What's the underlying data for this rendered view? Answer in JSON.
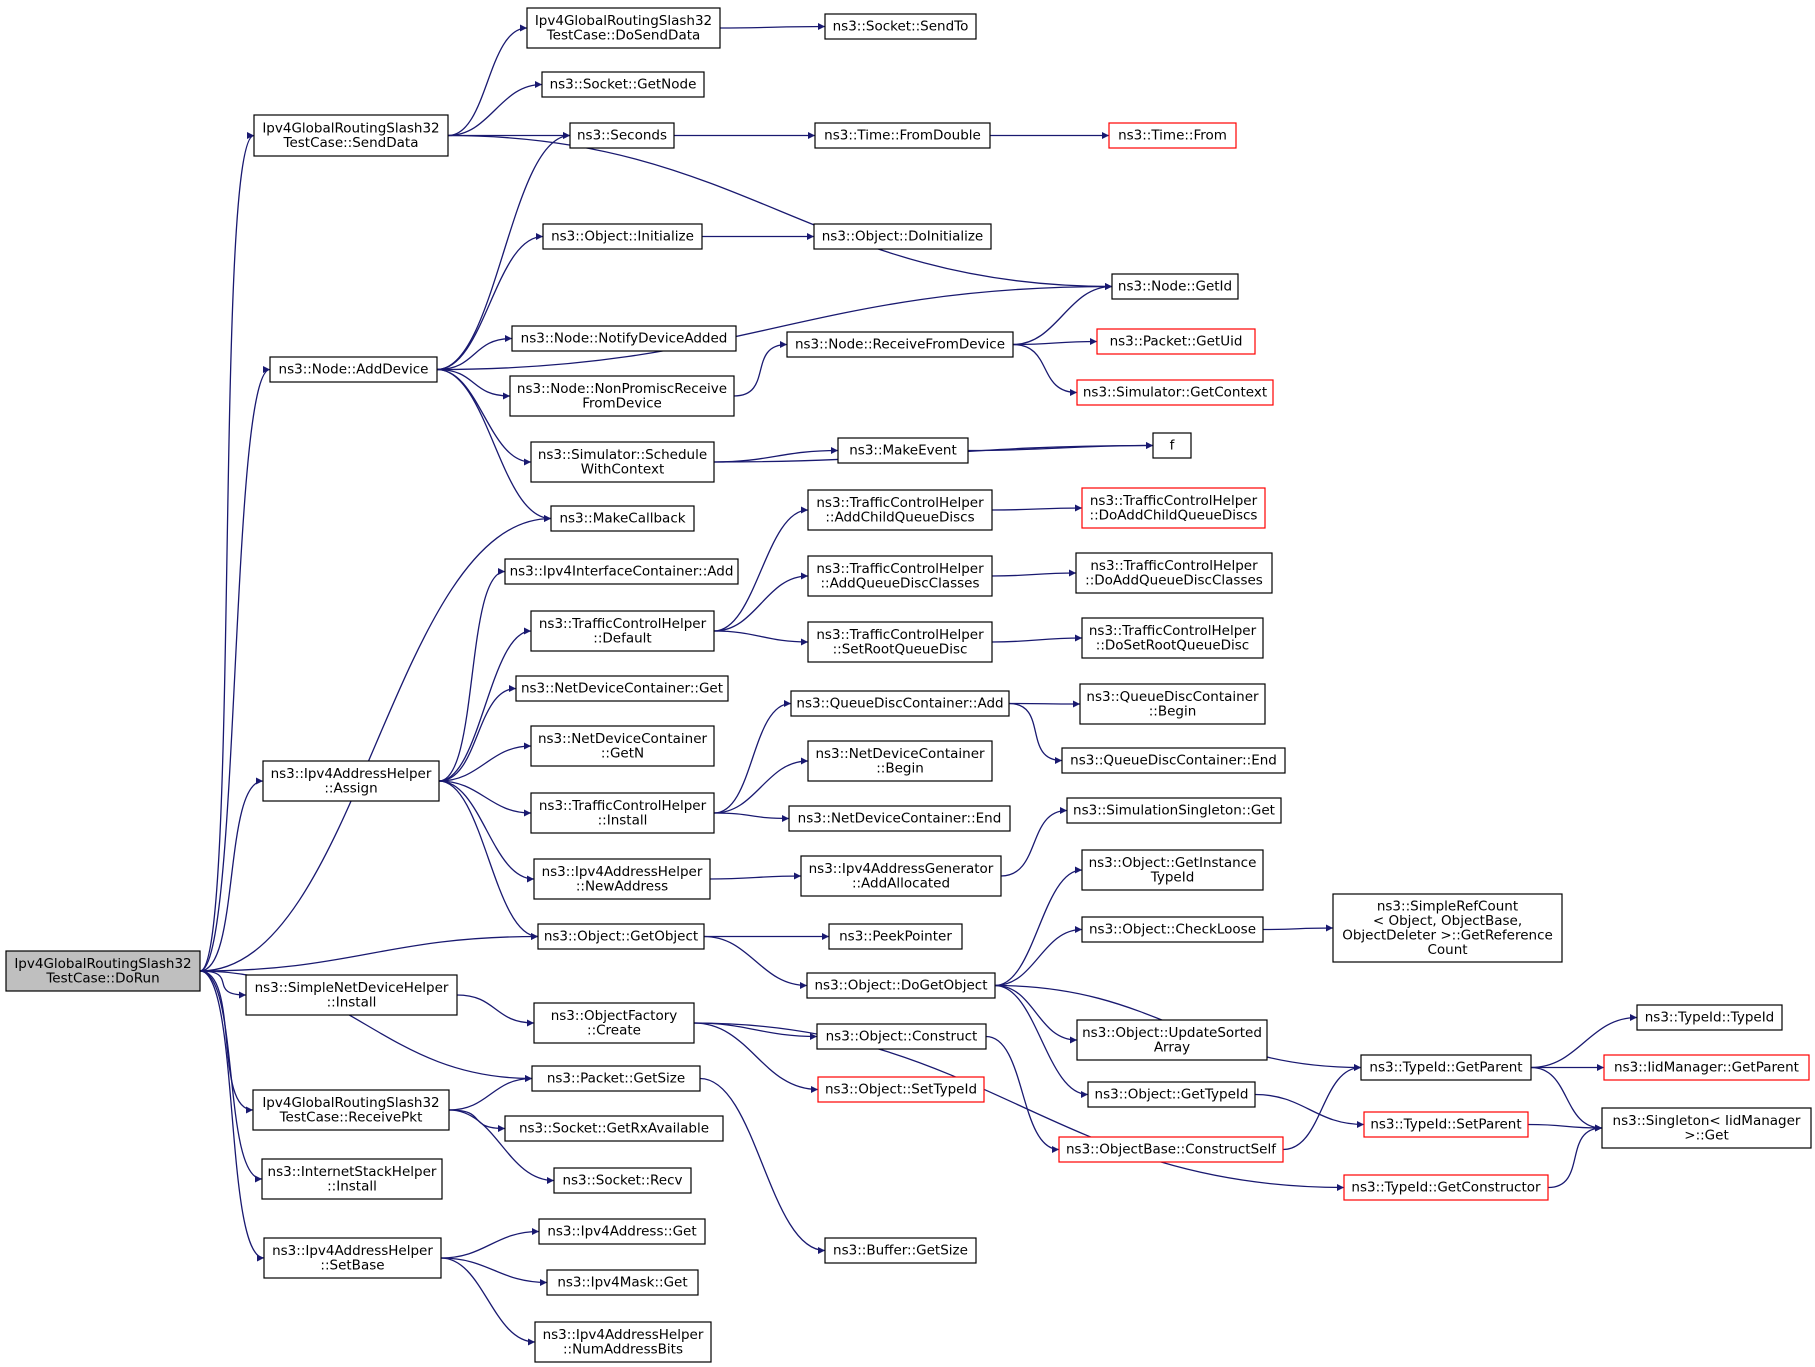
{
  "colors": {
    "edge": "#191970",
    "node_border": "#000000",
    "node_border_incomplete": "#ff0000",
    "root_fill": "#bfbfbf",
    "background": "#ffffff"
  },
  "nodes": [
    {
      "id": "dorun",
      "lines": [
        "Ipv4GlobalRoutingSlash32",
        "TestCase::DoRun"
      ],
      "style": "root"
    },
    {
      "id": "senddata",
      "lines": [
        "Ipv4GlobalRoutingSlash32",
        "TestCase::SendData"
      ]
    },
    {
      "id": "dosenddata",
      "lines": [
        "Ipv4GlobalRoutingSlash32",
        "TestCase::DoSendData"
      ]
    },
    {
      "id": "sendto",
      "lines": [
        "ns3::Socket::SendTo"
      ]
    },
    {
      "id": "socketgetnode",
      "lines": [
        "ns3::Socket::GetNode"
      ]
    },
    {
      "id": "seconds",
      "lines": [
        "ns3::Seconds"
      ]
    },
    {
      "id": "fromdouble",
      "lines": [
        "ns3::Time::FromDouble"
      ]
    },
    {
      "id": "timefrom",
      "lines": [
        "ns3::Time::From"
      ],
      "style": "red"
    },
    {
      "id": "objinit",
      "lines": [
        "ns3::Object::Initialize"
      ]
    },
    {
      "id": "objdoinit",
      "lines": [
        "ns3::Object::DoInitialize"
      ]
    },
    {
      "id": "nodegetid",
      "lines": [
        "ns3::Node::GetId"
      ]
    },
    {
      "id": "adddevice",
      "lines": [
        "ns3::Node::AddDevice"
      ]
    },
    {
      "id": "notifydevadded",
      "lines": [
        "ns3::Node::NotifyDeviceAdded"
      ]
    },
    {
      "id": "receivefromdevice",
      "lines": [
        "ns3::Node::ReceiveFromDevice"
      ]
    },
    {
      "id": "packetgetuid",
      "lines": [
        "ns3::Packet::GetUid"
      ],
      "style": "red"
    },
    {
      "id": "nonpromisc",
      "lines": [
        "ns3::Node::NonPromiscReceive",
        "FromDevice"
      ]
    },
    {
      "id": "simgetcontext",
      "lines": [
        "ns3::Simulator::GetContext"
      ],
      "style": "red"
    },
    {
      "id": "schedulewithcontext",
      "lines": [
        "ns3::Simulator::Schedule",
        "WithContext"
      ]
    },
    {
      "id": "makeevent",
      "lines": [
        "ns3::MakeEvent"
      ]
    },
    {
      "id": "f",
      "lines": [
        "f"
      ]
    },
    {
      "id": "makecallback",
      "lines": [
        "ns3::MakeCallback"
      ]
    },
    {
      "id": "tch_addchild",
      "lines": [
        "ns3::TrafficControlHelper",
        "::AddChildQueueDiscs"
      ]
    },
    {
      "id": "tch_doaddchild",
      "lines": [
        "ns3::TrafficControlHelper",
        "::DoAddChildQueueDiscs"
      ],
      "style": "red"
    },
    {
      "id": "ipv4ifcadd",
      "lines": [
        "ns3::Ipv4InterfaceContainer::Add"
      ]
    },
    {
      "id": "tch_addclasses",
      "lines": [
        "ns3::TrafficControlHelper",
        "::AddQueueDiscClasses"
      ]
    },
    {
      "id": "tch_doaddclasses",
      "lines": [
        "ns3::TrafficControlHelper",
        "::DoAddQueueDiscClasses"
      ]
    },
    {
      "id": "tch_default",
      "lines": [
        "ns3::TrafficControlHelper",
        "::Default"
      ]
    },
    {
      "id": "tch_setroot",
      "lines": [
        "ns3::TrafficControlHelper",
        "::SetRootQueueDisc"
      ]
    },
    {
      "id": "tch_dosetroot",
      "lines": [
        "ns3::TrafficControlHelper",
        "::DoSetRootQueueDisc"
      ]
    },
    {
      "id": "ndcget",
      "lines": [
        "ns3::NetDeviceContainer::Get"
      ]
    },
    {
      "id": "qdcadd",
      "lines": [
        "ns3::QueueDiscContainer::Add"
      ]
    },
    {
      "id": "qdcbegin",
      "lines": [
        "ns3::QueueDiscContainer",
        "::Begin"
      ]
    },
    {
      "id": "ndcgetn",
      "lines": [
        "ns3::NetDeviceContainer",
        "::GetN"
      ]
    },
    {
      "id": "qdcend",
      "lines": [
        "ns3::QueueDiscContainer::End"
      ]
    },
    {
      "id": "ipv4assign",
      "lines": [
        "ns3::Ipv4AddressHelper",
        "::Assign"
      ]
    },
    {
      "id": "ndcbegin",
      "lines": [
        "ns3::NetDeviceContainer",
        "::Begin"
      ]
    },
    {
      "id": "tch_install",
      "lines": [
        "ns3::TrafficControlHelper",
        "::Install"
      ]
    },
    {
      "id": "ndcend",
      "lines": [
        "ns3::NetDeviceContainer::End"
      ]
    },
    {
      "id": "simsingletonget",
      "lines": [
        "ns3::SimulationSingleton::Get"
      ]
    },
    {
      "id": "newaddress",
      "lines": [
        "ns3::Ipv4AddressHelper",
        "::NewAddress"
      ]
    },
    {
      "id": "addallocated",
      "lines": [
        "ns3::Ipv4AddressGenerator",
        "::AddAllocated"
      ]
    },
    {
      "id": "getinstancetypeid",
      "lines": [
        "ns3::Object::GetInstance",
        "TypeId"
      ]
    },
    {
      "id": "simplerefcount",
      "lines": [
        "ns3::SimpleRefCount",
        "< Object, ObjectBase,",
        "ObjectDeleter >::GetReference",
        "Count"
      ]
    },
    {
      "id": "getobject",
      "lines": [
        "ns3::Object::GetObject"
      ]
    },
    {
      "id": "peekpointer",
      "lines": [
        "ns3::PeekPointer"
      ]
    },
    {
      "id": "checkloose",
      "lines": [
        "ns3::Object::CheckLoose"
      ]
    },
    {
      "id": "dogetobject",
      "lines": [
        "ns3::Object::DoGetObject"
      ]
    },
    {
      "id": "simplendhinstall",
      "lines": [
        "ns3::SimpleNetDeviceHelper",
        "::Install"
      ]
    },
    {
      "id": "objfactorycreate",
      "lines": [
        "ns3::ObjectFactory",
        "::Create"
      ]
    },
    {
      "id": "typeidtypeid",
      "lines": [
        "ns3::TypeId::TypeId"
      ]
    },
    {
      "id": "updatesorted",
      "lines": [
        "ns3::Object::UpdateSorted",
        "Array"
      ]
    },
    {
      "id": "objconstruct",
      "lines": [
        "ns3::Object::Construct"
      ]
    },
    {
      "id": "typeidgetparent",
      "lines": [
        "ns3::TypeId::GetParent"
      ]
    },
    {
      "id": "iidgetparent",
      "lines": [
        "ns3::IidManager::GetParent"
      ],
      "style": "red"
    },
    {
      "id": "objsettypeid",
      "lines": [
        "ns3::Object::SetTypeId"
      ],
      "style": "red"
    },
    {
      "id": "packetgetsize",
      "lines": [
        "ns3::Packet::GetSize"
      ]
    },
    {
      "id": "objgettypeid",
      "lines": [
        "ns3::Object::GetTypeId"
      ]
    },
    {
      "id": "receivepkt",
      "lines": [
        "Ipv4GlobalRoutingSlash32",
        "TestCase::ReceivePkt"
      ]
    },
    {
      "id": "getrxavailable",
      "lines": [
        "ns3::Socket::GetRxAvailable"
      ]
    },
    {
      "id": "typeidsetparent",
      "lines": [
        "ns3::TypeId::SetParent"
      ],
      "style": "red"
    },
    {
      "id": "singletonget",
      "lines": [
        "ns3::Singleton< IidManager",
        ">::Get"
      ]
    },
    {
      "id": "constructself",
      "lines": [
        "ns3::ObjectBase::ConstructSelf"
      ],
      "style": "red"
    },
    {
      "id": "internetstackinstall",
      "lines": [
        "ns3::InternetStackHelper",
        "::Install"
      ]
    },
    {
      "id": "socketrecv",
      "lines": [
        "ns3::Socket::Recv"
      ]
    },
    {
      "id": "getconstructor",
      "lines": [
        "ns3::TypeId::GetConstructor"
      ],
      "style": "red"
    },
    {
      "id": "ipv4addrget",
      "lines": [
        "ns3::Ipv4Address::Get"
      ]
    },
    {
      "id": "setbase",
      "lines": [
        "ns3::Ipv4AddressHelper",
        "::SetBase"
      ]
    },
    {
      "id": "buffergetsize",
      "lines": [
        "ns3::Buffer::GetSize"
      ]
    },
    {
      "id": "ipv4maskget",
      "lines": [
        "ns3::Ipv4Mask::Get"
      ]
    },
    {
      "id": "numaddressbits",
      "lines": [
        "ns3::Ipv4AddressHelper",
        "::NumAddressBits"
      ]
    }
  ],
  "edges": [
    [
      "dorun",
      "senddata"
    ],
    [
      "dorun",
      "adddevice"
    ],
    [
      "dorun",
      "makecallback"
    ],
    [
      "dorun",
      "ipv4assign"
    ],
    [
      "dorun",
      "getobject"
    ],
    [
      "dorun",
      "simplendhinstall"
    ],
    [
      "dorun",
      "packetgetsize"
    ],
    [
      "dorun",
      "receivepkt"
    ],
    [
      "dorun",
      "internetstackinstall"
    ],
    [
      "dorun",
      "setbase"
    ],
    [
      "senddata",
      "dosenddata"
    ],
    [
      "senddata",
      "socketgetnode"
    ],
    [
      "senddata",
      "seconds"
    ],
    [
      "senddata",
      "nodegetid"
    ],
    [
      "dosenddata",
      "sendto"
    ],
    [
      "seconds",
      "fromdouble"
    ],
    [
      "fromdouble",
      "timefrom"
    ],
    [
      "objinit",
      "objdoinit"
    ],
    [
      "adddevice",
      "seconds"
    ],
    [
      "adddevice",
      "objinit"
    ],
    [
      "adddevice",
      "nodegetid"
    ],
    [
      "adddevice",
      "notifydevadded"
    ],
    [
      "adddevice",
      "nonpromisc"
    ],
    [
      "adddevice",
      "schedulewithcontext"
    ],
    [
      "adddevice",
      "makecallback"
    ],
    [
      "nonpromisc",
      "receivefromdevice"
    ],
    [
      "receivefromdevice",
      "nodegetid"
    ],
    [
      "receivefromdevice",
      "packetgetuid"
    ],
    [
      "receivefromdevice",
      "simgetcontext"
    ],
    [
      "schedulewithcontext",
      "makeevent"
    ],
    [
      "schedulewithcontext",
      "f"
    ],
    [
      "makeevent",
      "f"
    ],
    [
      "ipv4assign",
      "ipv4ifcadd"
    ],
    [
      "ipv4assign",
      "tch_default"
    ],
    [
      "ipv4assign",
      "ndcget"
    ],
    [
      "ipv4assign",
      "ndcgetn"
    ],
    [
      "ipv4assign",
      "tch_install"
    ],
    [
      "ipv4assign",
      "newaddress"
    ],
    [
      "ipv4assign",
      "getobject"
    ],
    [
      "tch_default",
      "tch_addchild"
    ],
    [
      "tch_default",
      "tch_addclasses"
    ],
    [
      "tch_default",
      "tch_setroot"
    ],
    [
      "tch_addchild",
      "tch_doaddchild"
    ],
    [
      "tch_addclasses",
      "tch_doaddclasses"
    ],
    [
      "tch_setroot",
      "tch_dosetroot"
    ],
    [
      "tch_install",
      "qdcadd"
    ],
    [
      "tch_install",
      "ndcbegin"
    ],
    [
      "tch_install",
      "ndcend"
    ],
    [
      "qdcadd",
      "qdcbegin"
    ],
    [
      "qdcadd",
      "qdcend"
    ],
    [
      "newaddress",
      "addallocated"
    ],
    [
      "addallocated",
      "simsingletonget"
    ],
    [
      "getobject",
      "peekpointer"
    ],
    [
      "getobject",
      "dogetobject"
    ],
    [
      "dogetobject",
      "getinstancetypeid"
    ],
    [
      "dogetobject",
      "checkloose"
    ],
    [
      "dogetobject",
      "typeidgetparent"
    ],
    [
      "dogetobject",
      "updatesorted"
    ],
    [
      "dogetobject",
      "objgettypeid"
    ],
    [
      "checkloose",
      "simplerefcount"
    ],
    [
      "simplendhinstall",
      "objfactorycreate"
    ],
    [
      "objfactorycreate",
      "objconstruct"
    ],
    [
      "objfactorycreate",
      "objsettypeid"
    ],
    [
      "objfactorycreate",
      "getconstructor"
    ],
    [
      "objconstruct",
      "constructself"
    ],
    [
      "constructself",
      "typeidgetparent"
    ],
    [
      "objgettypeid",
      "typeidsetparent"
    ],
    [
      "typeidsetparent",
      "singletonget"
    ],
    [
      "typeidgetparent",
      "typeidtypeid"
    ],
    [
      "typeidgetparent",
      "iidgetparent"
    ],
    [
      "typeidgetparent",
      "singletonget"
    ],
    [
      "getconstructor",
      "singletonget"
    ],
    [
      "packetgetsize",
      "buffergetsize"
    ],
    [
      "receivepkt",
      "packetgetsize"
    ],
    [
      "receivepkt",
      "getrxavailable"
    ],
    [
      "receivepkt",
      "socketrecv"
    ],
    [
      "setbase",
      "ipv4addrget"
    ],
    [
      "setbase",
      "ipv4maskget"
    ],
    [
      "setbase",
      "numaddressbits"
    ]
  ]
}
